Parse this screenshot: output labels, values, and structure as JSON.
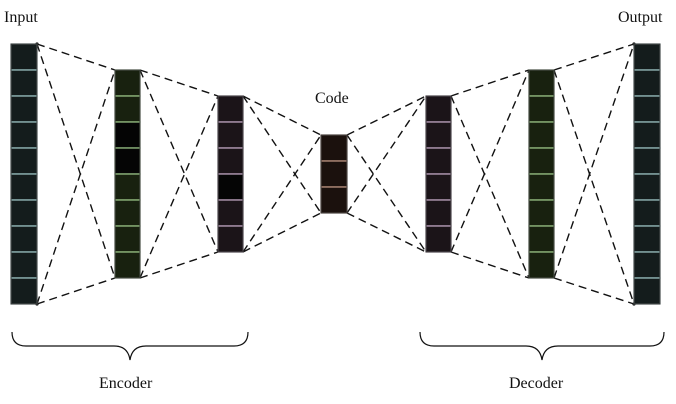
{
  "labels": {
    "input": "Input",
    "output": "Output",
    "code": "Code",
    "encoder": "Encoder",
    "decoder": "Decoder"
  },
  "colors": {
    "edge": "#111111",
    "teal_cell_fill": "#141c1c",
    "teal_cell_border": "#9fc7c7",
    "green_cell_fill": "#18210f",
    "green_cell_border": "#9ec98a",
    "purple_cell_fill": "#1b1418",
    "purple_cell_border": "#c5a9c6",
    "brown_cell_fill": "#1b110d",
    "brown_cell_border": "#c49a86"
  },
  "layers": [
    {
      "name": "input-layer",
      "units": 10,
      "style": "teal"
    },
    {
      "name": "encoder-hidden-1",
      "units": 8,
      "style": "green"
    },
    {
      "name": "encoder-hidden-2",
      "units": 6,
      "style": "purple"
    },
    {
      "name": "code-layer",
      "units": 3,
      "style": "brown"
    },
    {
      "name": "decoder-hidden-1",
      "units": 6,
      "style": "purple"
    },
    {
      "name": "decoder-hidden-2",
      "units": 8,
      "style": "green"
    },
    {
      "name": "output-layer",
      "units": 10,
      "style": "teal"
    }
  ]
}
